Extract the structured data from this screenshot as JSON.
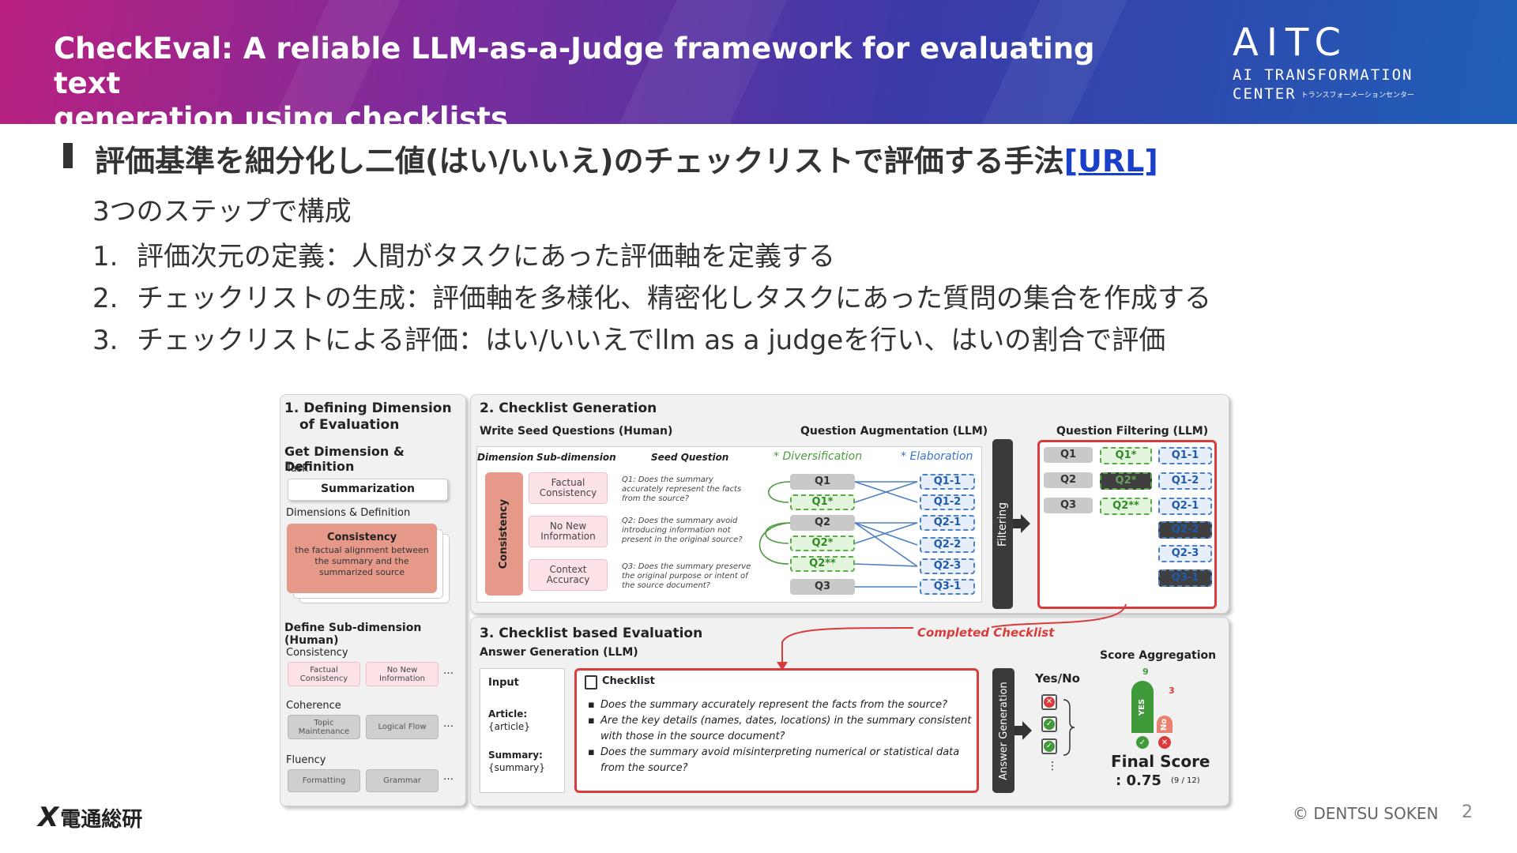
{
  "header": {
    "title": "CheckEval: A reliable LLM-as-a-Judge framework for evaluating text\ngeneration using checklists",
    "logo_mark": "AITC",
    "logo_line1": "AI TRANSFORMATION",
    "logo_line2": "CENTER",
    "logo_line2_jp": "トランスフォーメーションセンター"
  },
  "body": {
    "heading": "評価基準を細分化し二値(はい/いいえ)のチェックリストで評価する手法",
    "heading_link": "[URL]",
    "intro": "3つのステップで構成",
    "steps": [
      {
        "num": "1.",
        "text": "評価次元の定義：人間がタスクにあった評価軸を定義する"
      },
      {
        "num": "2.",
        "text": "チェックリストの生成：評価軸を多様化、精密化しタスクにあった質問の集合を作成する"
      },
      {
        "num": "3.",
        "text": "チェックリストによる評価：はい/いいえでllm as a judgeを行い、はいの割合で評価"
      }
    ]
  },
  "figure": {
    "panel1": {
      "title_line1": "1. Defining Dimension",
      "title_line2": "of Evaluation",
      "get_dim": "Get Dimension & Definition",
      "task_label": "Task",
      "task_value": "Summarization",
      "dims_label": "Dimensions & Definition",
      "card_title": "Consistency",
      "card_text": "the factual alignment between the summary and the summarized source",
      "define_sub": "Define Sub-dimension (Human)",
      "groups": [
        {
          "name": "Consistency",
          "items": [
            "Factual Consistency",
            "No New Information"
          ]
        },
        {
          "name": "Coherence",
          "items": [
            "Topic Maintenance",
            "Logical Flow"
          ]
        },
        {
          "name": "Fluency",
          "items": [
            "Formatting",
            "Grammar"
          ]
        }
      ],
      "ellipsis": "…"
    },
    "panel2": {
      "title": "2. Checklist Generation",
      "seed_header": "Write Seed Questions (Human)",
      "aug_header": "Question Augmentation (LLM)",
      "filter_header": "Question Filtering (LLM)",
      "col_dimension": "Dimension",
      "col_subdimension": "Sub-dimension",
      "col_seed": "Seed Question",
      "diversification": "* Diversification",
      "elaboration": "* Elaboration",
      "dimension_vertical": "Consistency",
      "subdims": [
        "Factual Consistency",
        "No New Information",
        "Context Accuracy"
      ],
      "seed_questions": [
        "Q1: Does the summary accurately represent the facts from the source?",
        "Q2: Does the summary avoid introducing information not present in the original source?",
        "Q3: Does the summary preserve the original purpose or intent of the source document?"
      ],
      "aug_left": [
        "Q1",
        "Q1*",
        "Q2",
        "Q2*",
        "Q2**",
        "Q3"
      ],
      "aug_right": [
        "Q1-1",
        "Q1-2",
        "Q2-1",
        "Q2-2",
        "Q2-3",
        "Q3-1"
      ],
      "filtering_label": "Filtering",
      "filter_col1": [
        "Q1",
        "Q2",
        "Q3"
      ],
      "filter_col2": [
        "Q1*",
        "Q2*",
        "Q2**"
      ],
      "filter_col3": [
        "Q1-1",
        "Q1-2",
        "Q2-1",
        "Q2-2",
        "Q2-3",
        "Q3-1"
      ]
    },
    "panel3": {
      "title": "3. Checklist based Evaluation",
      "answer_gen": "Answer Generation (LLM)",
      "completed_checklist": "Completed Checklist",
      "input_label": "Input",
      "article_label": "Article:",
      "article_value": "{article}",
      "summary_label": "Summary:",
      "summary_value": "{summary}",
      "checklist_label": "Checklist",
      "checklist_items": [
        "Does the summary accurately represent the facts from the source?",
        "Are the key details (names, dates, locations) in the summary consistent with those in the source document?",
        "Does the summary avoid misinterpreting numerical or statistical data from the source?"
      ],
      "answer_gen_vertical": "Answer Generation",
      "yesno_label": "Yes/No",
      "vdots": "⋮",
      "score_agg": "Score Aggregation",
      "yes_count": "9",
      "no_count": "3",
      "yes_label": "YES",
      "no_label": "No",
      "final_score_label": "Final Score",
      "final_score_value": ": 0.75",
      "final_score_frac": "(9 / 12)"
    }
  },
  "footer": {
    "logo_x": "X",
    "logo_text": "電通総研",
    "copyright": "© DENTSU SOKEN",
    "page": "2"
  },
  "colors": {
    "header_gradient_start": "#b9207f",
    "header_gradient_end": "#1f5fb8",
    "link": "#1a3fc9",
    "red": "#d93c3c",
    "green": "#5aaa4c",
    "blue": "#4d7fc4"
  }
}
